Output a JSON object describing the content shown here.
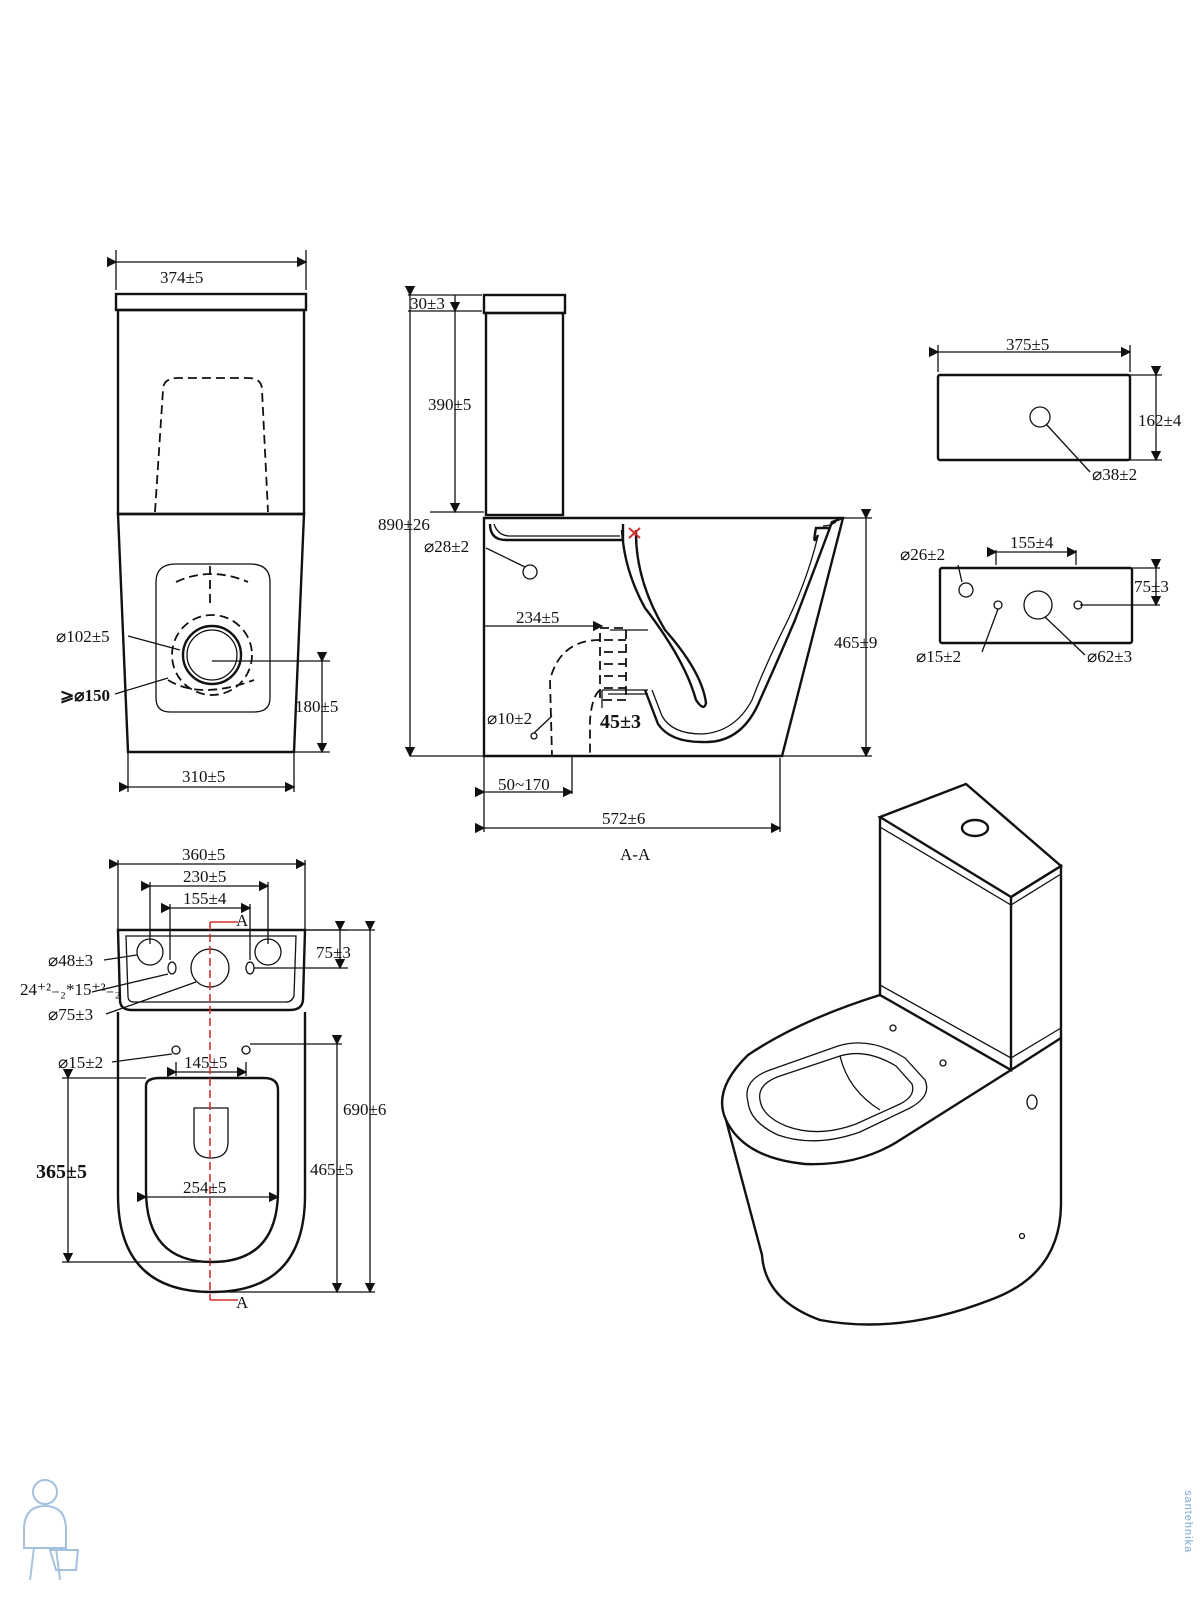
{
  "front_view": {
    "width_top": "374±5",
    "dia_outlet": "⌀102±5",
    "dia_min_pipe": "⩾⌀150",
    "outlet_height": "180±5",
    "width_bottom": "310±5"
  },
  "section_view": {
    "lid": "30±3",
    "tank_height": "390±5",
    "total_height": "890±26",
    "dia_inlet": "⌀28±2",
    "outlet_distance": "234±5",
    "seat_height": "465±9",
    "dia_small": "⌀10±2",
    "angle": "45±3",
    "wall_distance": "50~170",
    "total_depth": "572±6",
    "section_label": "A-A"
  },
  "tank_top_view": {
    "width": "375±5",
    "depth": "162±4",
    "dia_button": "⌀38±2"
  },
  "tank_bottom_view": {
    "dia_side": "⌀26±2",
    "spacing": "155±4",
    "offset": "75±3",
    "dia_small": "⌀15±2",
    "dia_center": "⌀62±3"
  },
  "plan_view": {
    "width": "360±5",
    "holes_spacing": "230±5",
    "inner_spacing": "155±4",
    "tank_offset": "75±3",
    "dia_large": "⌀48±3",
    "slot_size": "24⁺²₋₂*15⁺²₋₂",
    "dia_center": "⌀75±3",
    "dia_seat_holes": "⌀15±2",
    "seat_holes_spacing": "145±5",
    "total_length": "690±6",
    "bowl_length": "465±5",
    "seat_length": "365±5",
    "bowl_width": "254±5",
    "section_mark": "A"
  },
  "icon": "plumber-mascot-icon",
  "watermark_text": "santehnika"
}
